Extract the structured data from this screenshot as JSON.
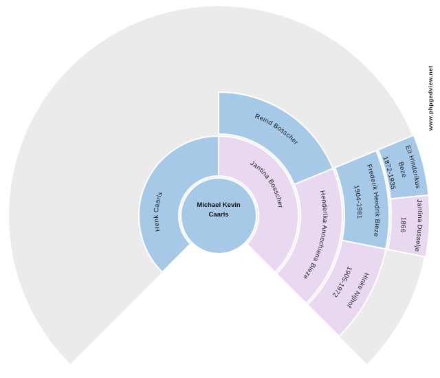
{
  "watermark": "www.phpgedview.net",
  "colors": {
    "male": "#a6c9e8",
    "female": "#e8d9f0",
    "background": "#ebebeb"
  },
  "people": {
    "person": {
      "line1": "Michael Kevin",
      "line2": "Caarls",
      "full_name": "Michael Kevin Caarls",
      "sex": "M"
    },
    "father": {
      "name": "Henk Caarls",
      "sex": "M"
    },
    "mother": {
      "name": "Jantina Bosscher",
      "sex": "F"
    },
    "m_grandfather": {
      "name": "Reind Bosscher",
      "sex": "M"
    },
    "m_grandmother": {
      "name": "Henderika Annechiena Bieze",
      "sex": "F"
    },
    "mm_father": {
      "name": "Frederik Hendrik Bieze",
      "dates": "1904-1981",
      "sex": "M"
    },
    "mm_mother": {
      "name": "Hinke Nijhof",
      "dates": "1905-1972",
      "sex": "F"
    },
    "mmf_father": {
      "name_line1": "Eit Hinderikus",
      "name_line2": "Beze",
      "dates": "1872-1935",
      "sex": "M"
    },
    "mmf_mother": {
      "name": "Jantina Dusselje",
      "dates": "1866",
      "sex": "F"
    }
  }
}
